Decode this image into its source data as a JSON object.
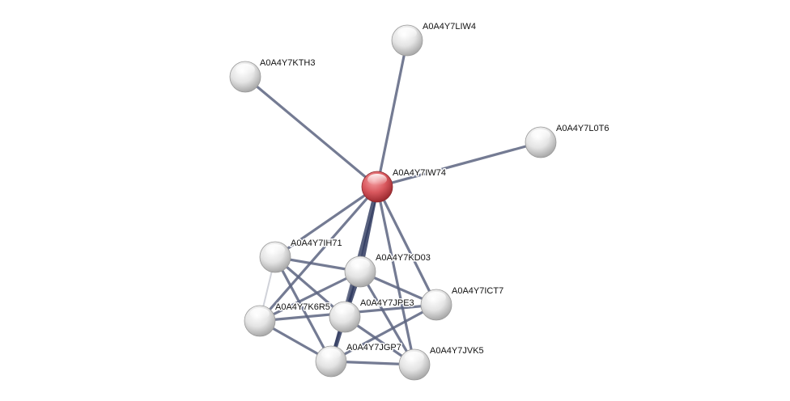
{
  "network": {
    "query_node": "A0A4Y7IW74",
    "colors": {
      "query": "#d9585e",
      "node": "#e6e6e6",
      "edge": "#5c6480",
      "edge_strong": "#2f3a5f",
      "edge_weak": "#c8cad2"
    },
    "nodes": [
      {
        "id": "A0A4Y7IW74",
        "label": "A0A4Y7IW74",
        "query": true
      },
      {
        "id": "A0A4Y7LIW4",
        "label": "A0A4Y7LIW4"
      },
      {
        "id": "A0A4Y7KTH3",
        "label": "A0A4Y7KTH3"
      },
      {
        "id": "A0A4Y7L0T6",
        "label": "A0A4Y7L0T6"
      },
      {
        "id": "A0A4Y7IH71",
        "label": "A0A4Y7IH71"
      },
      {
        "id": "A0A4Y7KD03",
        "label": "A0A4Y7KD03"
      },
      {
        "id": "A0A4Y7ICT7",
        "label": "A0A4Y7ICT7"
      },
      {
        "id": "A0A4Y7K6R5",
        "label": "A0A4Y7K6R5"
      },
      {
        "id": "A0A4Y7JPE3",
        "label": "A0A4Y7JPE3"
      },
      {
        "id": "A0A4Y7JGP7",
        "label": "A0A4Y7JGP7"
      },
      {
        "id": "A0A4Y7JVK5",
        "label": "A0A4Y7JVK5"
      }
    ],
    "edges": [
      {
        "source": "A0A4Y7IW74",
        "target": "A0A4Y7LIW4",
        "strength": "medium"
      },
      {
        "source": "A0A4Y7IW74",
        "target": "A0A4Y7KTH3",
        "strength": "medium"
      },
      {
        "source": "A0A4Y7IW74",
        "target": "A0A4Y7L0T6",
        "strength": "medium"
      },
      {
        "source": "A0A4Y7IW74",
        "target": "A0A4Y7IH71",
        "strength": "medium"
      },
      {
        "source": "A0A4Y7IW74",
        "target": "A0A4Y7KD03",
        "strength": "strong"
      },
      {
        "source": "A0A4Y7IW74",
        "target": "A0A4Y7ICT7",
        "strength": "medium"
      },
      {
        "source": "A0A4Y7IW74",
        "target": "A0A4Y7K6R5",
        "strength": "medium"
      },
      {
        "source": "A0A4Y7IW74",
        "target": "A0A4Y7JPE3",
        "strength": "strong"
      },
      {
        "source": "A0A4Y7IW74",
        "target": "A0A4Y7JGP7",
        "strength": "medium"
      },
      {
        "source": "A0A4Y7IW74",
        "target": "A0A4Y7JVK5",
        "strength": "medium"
      },
      {
        "source": "A0A4Y7IH71",
        "target": "A0A4Y7KD03",
        "strength": "medium"
      },
      {
        "source": "A0A4Y7IH71",
        "target": "A0A4Y7K6R5",
        "strength": "weak"
      },
      {
        "source": "A0A4Y7IH71",
        "target": "A0A4Y7JPE3",
        "strength": "medium"
      },
      {
        "source": "A0A4Y7IH71",
        "target": "A0A4Y7JGP7",
        "strength": "medium"
      },
      {
        "source": "A0A4Y7KD03",
        "target": "A0A4Y7K6R5",
        "strength": "medium"
      },
      {
        "source": "A0A4Y7KD03",
        "target": "A0A4Y7JPE3",
        "strength": "strong"
      },
      {
        "source": "A0A4Y7KD03",
        "target": "A0A4Y7ICT7",
        "strength": "medium"
      },
      {
        "source": "A0A4Y7KD03",
        "target": "A0A4Y7JVK5",
        "strength": "medium"
      },
      {
        "source": "A0A4Y7K6R5",
        "target": "A0A4Y7ICT7",
        "strength": "medium"
      },
      {
        "source": "A0A4Y7K6R5",
        "target": "A0A4Y7JGP7",
        "strength": "medium"
      },
      {
        "source": "A0A4Y7JPE3",
        "target": "A0A4Y7JGP7",
        "strength": "strong"
      },
      {
        "source": "A0A4Y7JPE3",
        "target": "A0A4Y7JVK5",
        "strength": "medium"
      },
      {
        "source": "A0A4Y7ICT7",
        "target": "A0A4Y7JGP7",
        "strength": "medium"
      },
      {
        "source": "A0A4Y7JGP7",
        "target": "A0A4Y7JVK5",
        "strength": "medium"
      }
    ]
  }
}
